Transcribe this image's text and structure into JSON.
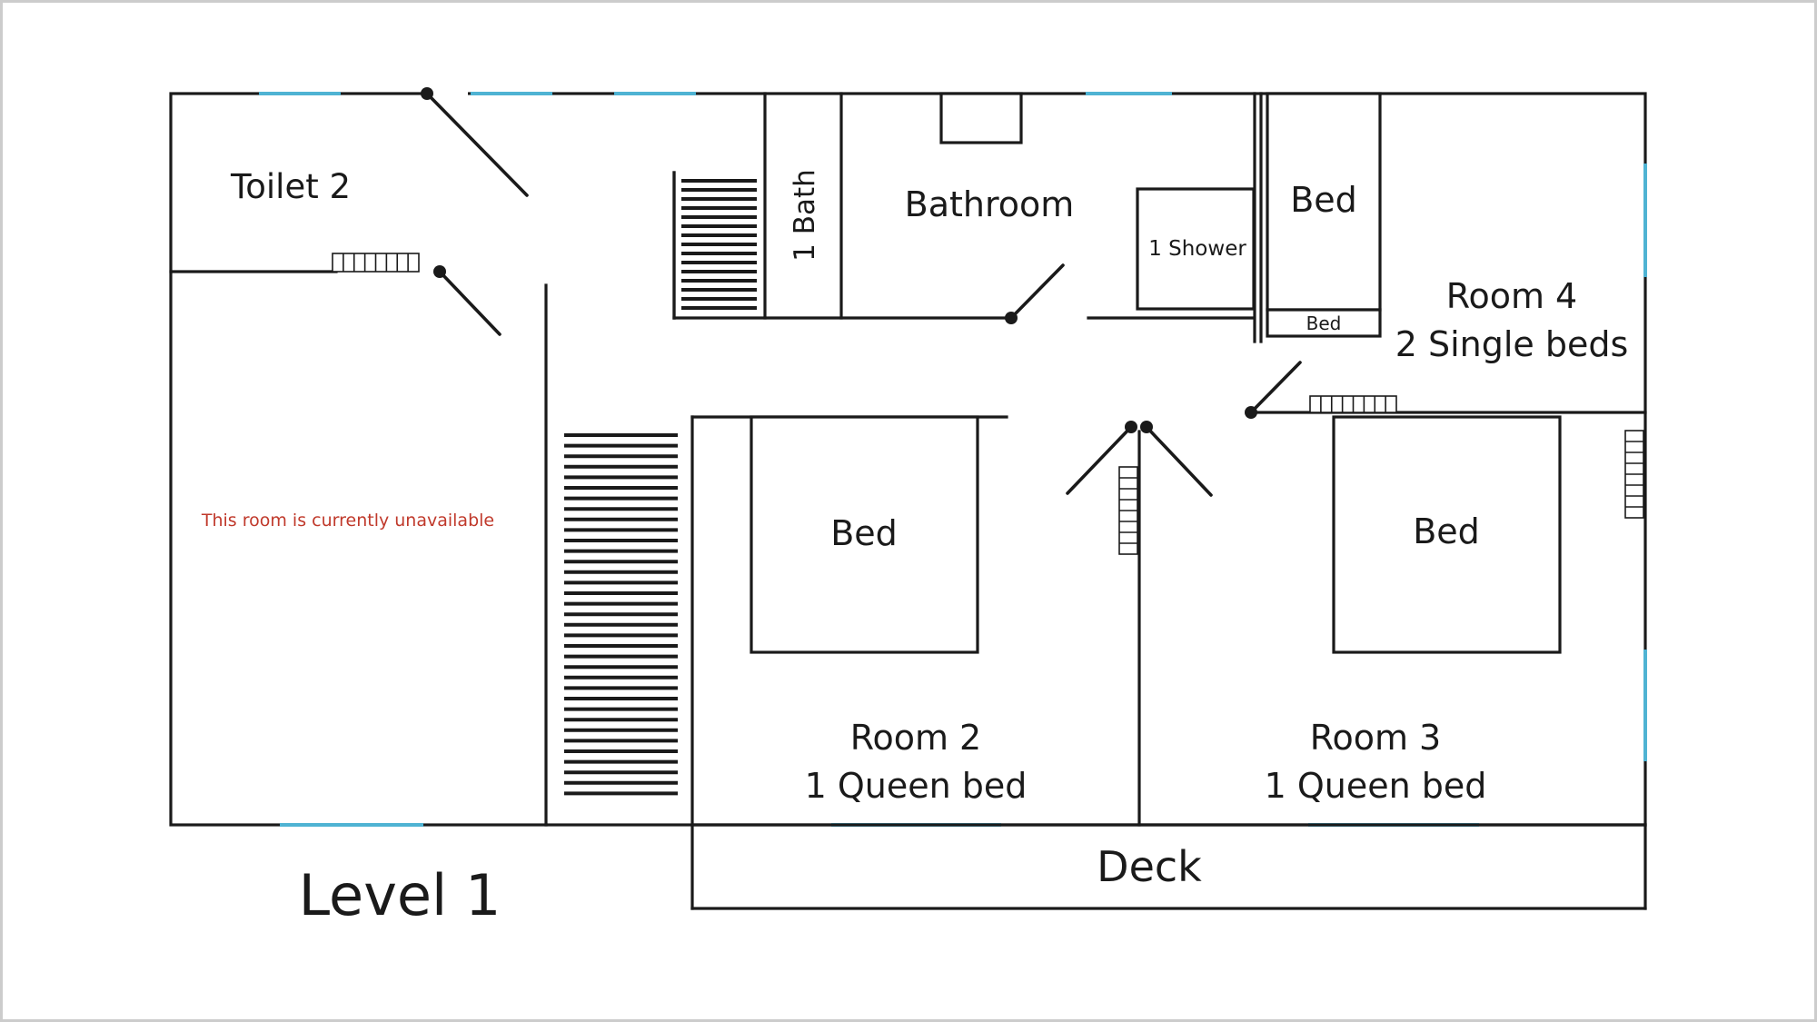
{
  "plan": {
    "level": "Level 1",
    "notice": "This room is currently unavailable",
    "rooms": {
      "toilet2": "Toilet 2",
      "bathroom": "Bathroom",
      "bath": "1 Bath",
      "shower": "1 Shower",
      "room4": {
        "name": "Room 4",
        "beds": "2 Single beds",
        "bed_large": "Bed",
        "bed_small": "Bed"
      },
      "room2": {
        "name": "Room 2",
        "beds": "1 Queen bed",
        "bed": "Bed"
      },
      "room3": {
        "name": "Room 3",
        "beds": "1 Queen bed",
        "bed": "Bed"
      },
      "deck": "Deck"
    },
    "colors": {
      "wall": "#1a1a1a",
      "window": "#4fb3d3",
      "notice": "#c0392b",
      "frame": "#cccccc"
    }
  }
}
